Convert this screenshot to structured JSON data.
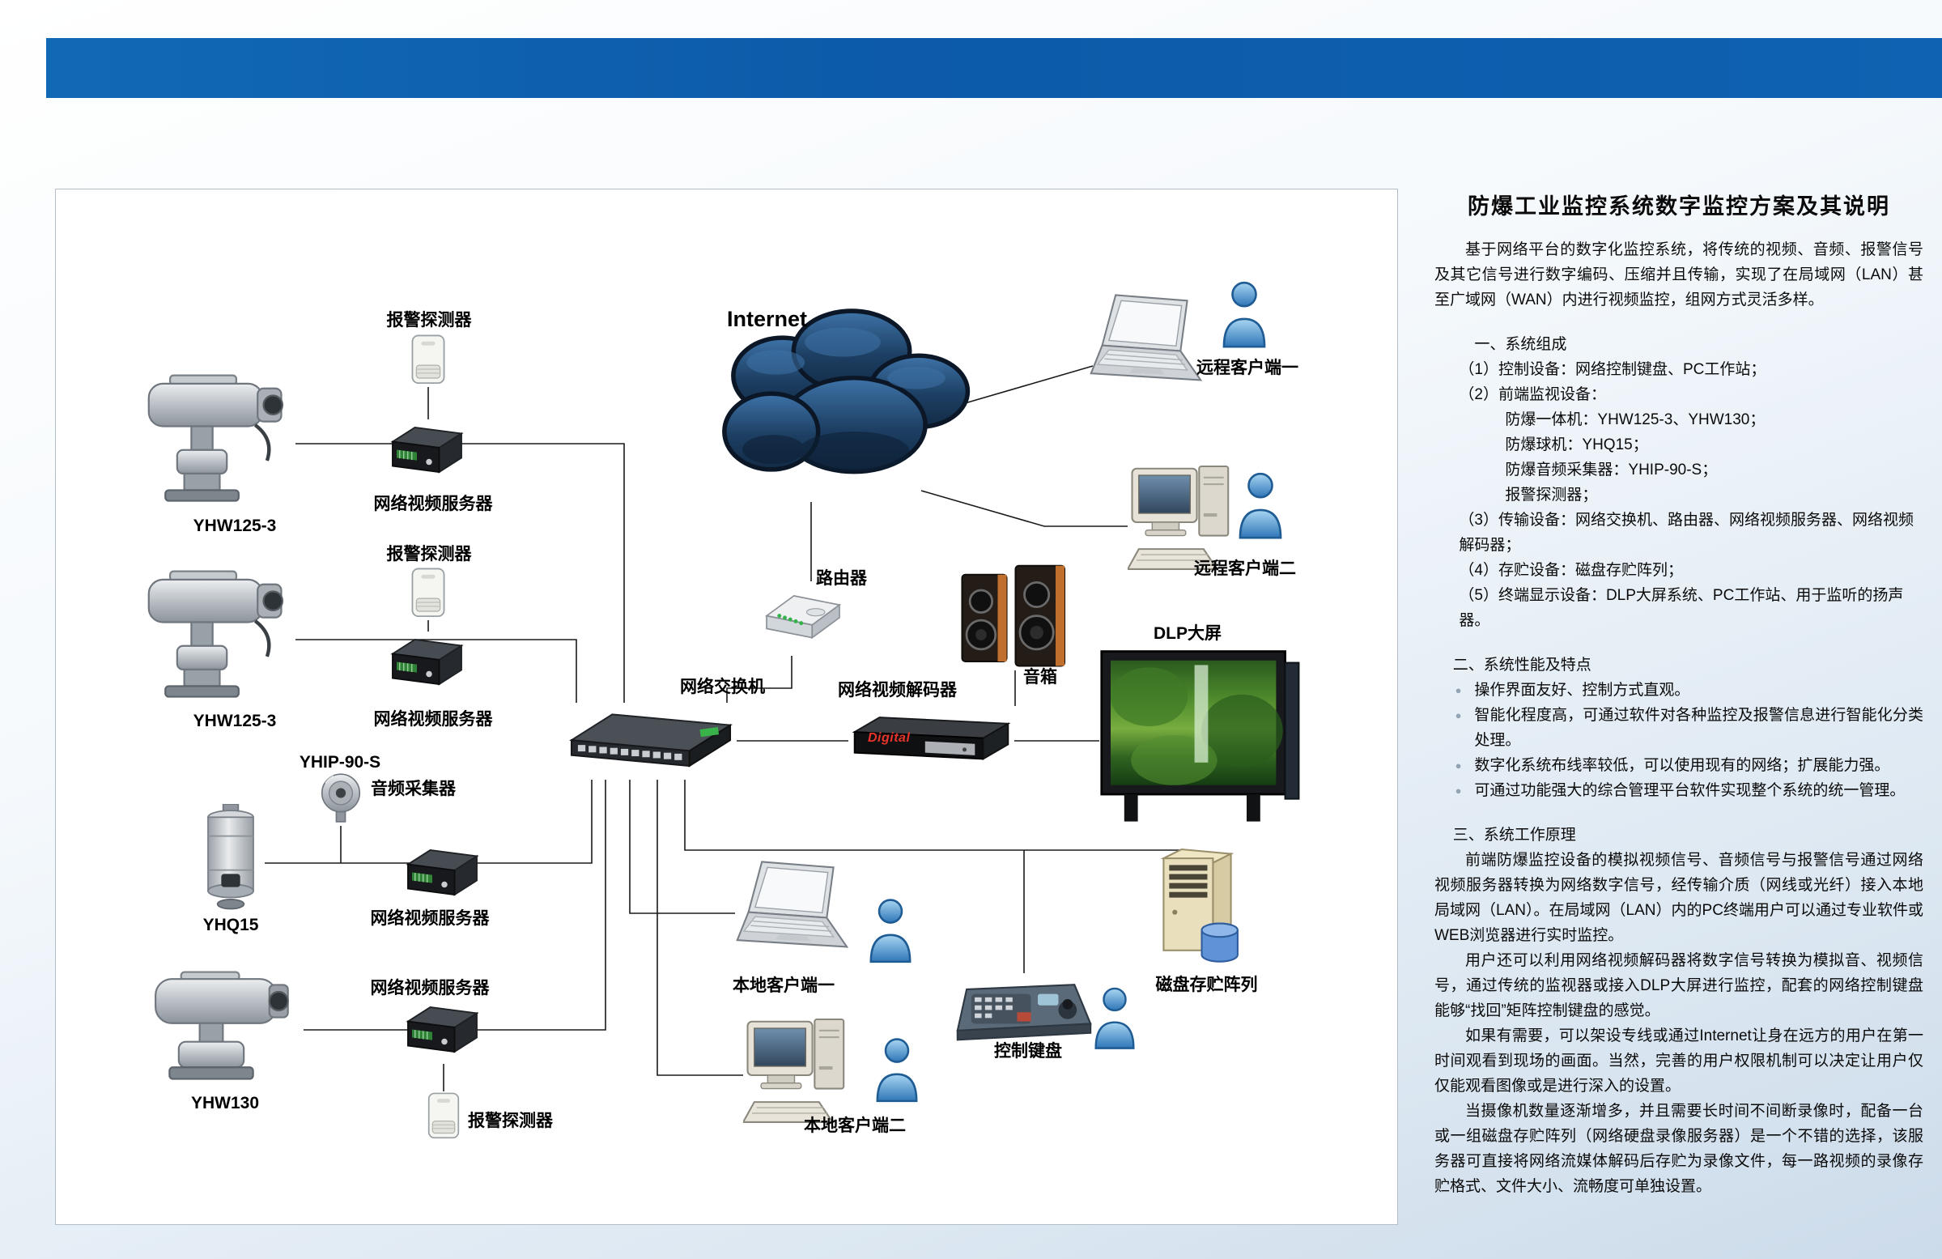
{
  "colors": {
    "top_bar_blue": "#0d5fad",
    "cloud_navy": "#1d3f63",
    "person_blue": "#2e75b6",
    "digital_red": "#e8342a",
    "dlp_green": "#3f7a26"
  },
  "diagram": {
    "labels": {
      "internet": "Internet",
      "alarm1": "报警探测器",
      "camera1": "YHW125-3",
      "server1": "网络视频服务器",
      "alarm2": "报警探测器",
      "camera2": "YHW125-3",
      "server2": "网络视频服务器",
      "audio_model": "YHIP-90-S",
      "audio": "音频采集器",
      "dome": "YHQ15",
      "server3": "网络视频服务器",
      "server4": "网络视频服务器",
      "camera3": "YHW130",
      "alarm3": "报警探测器",
      "router": "路由器",
      "switch": "网络交换机",
      "decoder": "网络视频解码器",
      "decoder_brand": "Digital",
      "speakers": "音箱",
      "dlp": "DLP大屏",
      "remote1": "远程客户端一",
      "remote2": "远程客户端二",
      "local1": "本地客户端一",
      "local2": "本地客户端二",
      "keyboard": "控制键盘",
      "storage": "磁盘存贮阵列"
    }
  },
  "article": {
    "title": "防爆工业监控系统数字监控方案及其说明",
    "intro": "基于网络平台的数字化监控系统，将传统的视频、音频、报警信号及其它信号进行数字编码、压缩并且传输，实现了在局域网（LAN）甚至广域网（WAN）内进行视频监控，组网方式灵活多样。",
    "section1": {
      "heading": "一、系统组成",
      "items": [
        "（1）控制设备：网络控制键盘、PC工作站；",
        "（2）前端监视设备：",
        "防爆一体机：YHW125-3、YHW130；",
        "防爆球机：YHQ15；",
        "防爆音频采集器：YHIP-90-S；",
        "报警探测器；",
        "（3）传输设备：网络交换机、路由器、网络视频服务器、网络视频解码器；",
        "（4）存贮设备：磁盘存贮阵列；",
        "（5）终端显示设备：DLP大屏系统、PC工作站、用于监听的扬声器。"
      ]
    },
    "section2": {
      "heading": "二、系统性能及特点",
      "bullets": [
        "操作界面友好、控制方式直观。",
        "智能化程度高，可通过软件对各种监控及报警信息进行智能化分类处理。",
        "数字化系统布线率较低，可以使用现有的网络；扩展能力强。",
        "可通过功能强大的综合管理平台软件实现整个系统的统一管理。"
      ]
    },
    "section3": {
      "heading": "三、系统工作原理",
      "paragraphs": [
        "前端防爆监控设备的模拟视频信号、音频信号与报警信号通过网络视频服务器转换为网络数字信号，经传输介质（网线或光纤）接入本地局域网（LAN）。在局域网（LAN）内的PC终端用户可以通过专业软件或WEB浏览器进行实时监控。",
        "用户还可以利用网络视频解码器将数字信号转换为模拟音、视频信号，通过传统的监视器或接入DLP大屏进行监控，配套的网络控制键盘能够“找回”矩阵控制键盘的感觉。",
        "如果有需要，可以架设专线或通过Internet让身在远方的用户在第一时间观看到现场的画面。当然，完善的用户权限机制可以决定让用户仅仅能观看图像或是进行深入的设置。",
        "当摄像机数量逐渐增多，并且需要长时间不间断录像时，配备一台或一组磁盘存贮阵列（网络硬盘录像服务器）是一个不错的选择，该服务器可直接将网络流媒体解码后存贮为录像文件，每一路视频的录像存贮格式、文件大小、流畅度可单独设置。"
      ]
    }
  }
}
